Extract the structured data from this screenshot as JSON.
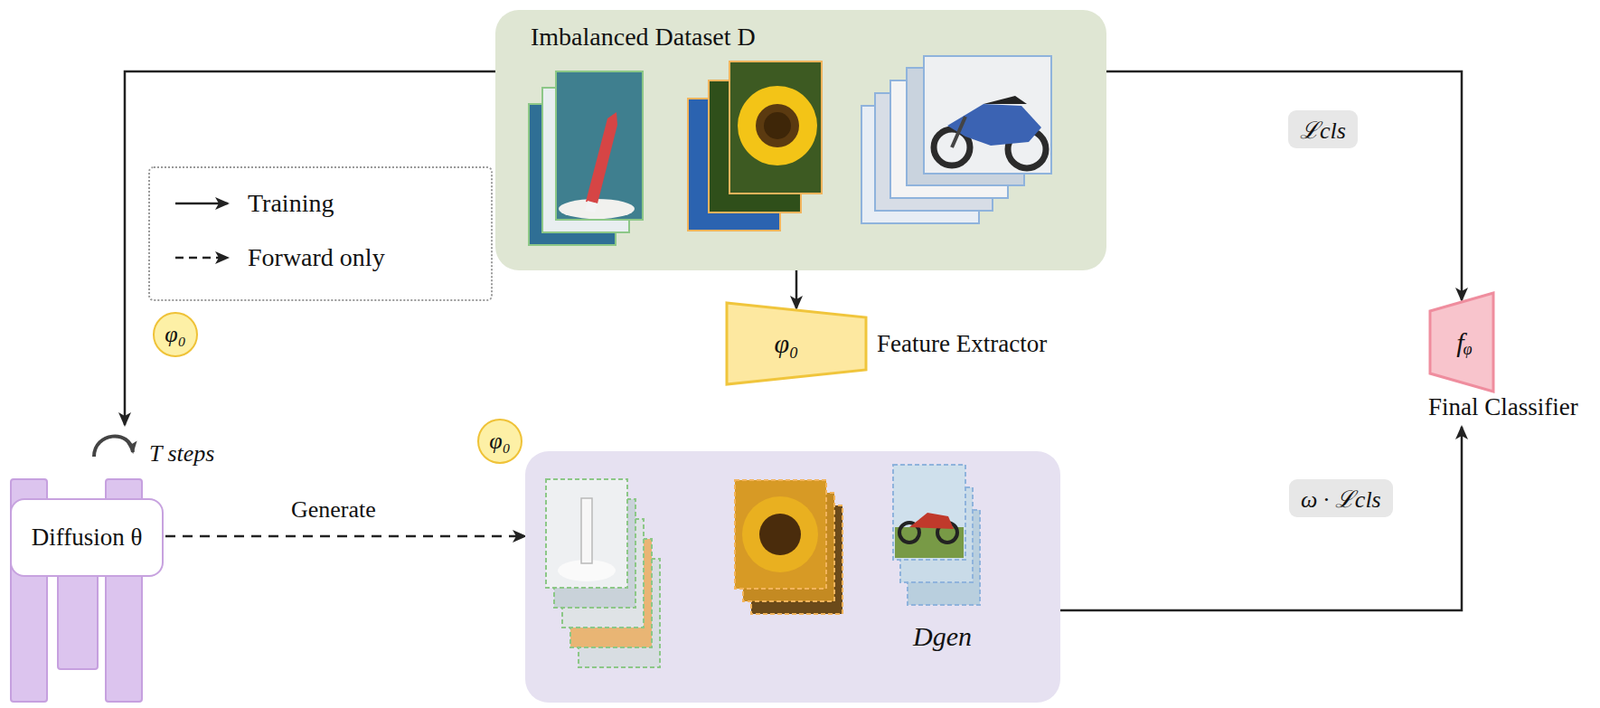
{
  "diagram": {
    "nodes": [
      {
        "text": [
          "Imbalanced Dataset D"
        ]
      },
      {
        "text": [
          "φ₀"
        ]
      },
      {
        "text": [
          "φ₀",
          "Feature Extractor"
        ]
      },
      {
        "text": [
          "fᵩ",
          "Final Classifier"
        ]
      },
      {
        "text": [
          "Diffusion θ"
        ]
      },
      {
        "text": [
          "φ₀"
        ]
      },
      {
        "text": [
          "Dgen"
        ]
      }
    ],
    "edges": [
      {
        "from": 0,
        "to": 4,
        "arrow": "to"
      },
      {
        "from": 0,
        "to": 2,
        "arrow": "to"
      },
      {
        "from": 0,
        "to": 3,
        "arrow": "to",
        "label": "ℒcls"
      },
      {
        "from": 4,
        "to": 6,
        "arrow": "to",
        "label": "Generate"
      },
      {
        "from": 6,
        "to": 3,
        "arrow": "to",
        "label": "ω · ℒcls"
      }
    ],
    "labels": [
      "T steps"
    ],
    "legend": [
      {
        "text": "Training"
      },
      {
        "text": "Forward only"
      }
    ]
  }
}
